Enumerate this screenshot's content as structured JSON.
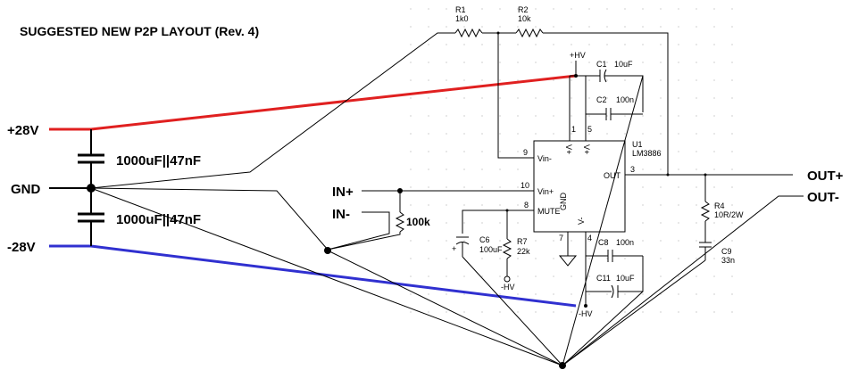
{
  "title": "SUGGESTED NEW P2P LAYOUT  (Rev. 4)",
  "rails": {
    "pos": "+28V",
    "gnd": "GND",
    "neg": "-28V"
  },
  "caps": {
    "upper": "1000uF||47nF",
    "lower": "1000uF||47nF"
  },
  "inputs": {
    "in_pos": "IN+",
    "in_neg": "IN-",
    "r_in": "100k"
  },
  "outputs": {
    "out_pos": "OUT+",
    "out_neg": "OUT-"
  },
  "components": {
    "r1_ref": "R1",
    "r1_val": "1k0",
    "r2_ref": "R2",
    "r2_val": "10k",
    "c1_ref": "C1",
    "c1_val": "10uF",
    "c2_ref": "C2",
    "c2_val": "100n",
    "c6_ref": "C6",
    "c6_val": "100uF",
    "r7_ref": "R7",
    "r7_val": "22k",
    "c8_ref": "C8",
    "c8_val": "100n",
    "c11_ref": "C11",
    "c11_val": "10uF",
    "r4_ref": "R4",
    "r4_val": "10R/2W",
    "c9_ref": "C9",
    "c9_val": "33n"
  },
  "ic": {
    "ref": "U1",
    "part": "LM3886",
    "pin_vinm": "Vin-",
    "pin_vinp": "Vin+",
    "pin_mute": "MUTE",
    "pin_out": "OUT",
    "pin_vp1": "V+",
    "pin_vp2": "V+",
    "pin_gnd": "GND",
    "pin_vm": "V-",
    "n9": "9",
    "n10": "10",
    "n8": "8",
    "n3": "3",
    "n1": "1",
    "n5": "5",
    "n7": "7",
    "n4": "4"
  },
  "supply_labels": {
    "hv_top": "+HV",
    "hv_r7": "-HV",
    "hv_bot": "-HV"
  },
  "colors": {
    "pos_rail": "#e02020",
    "neg_rail": "#3030d0",
    "wire": "#000000",
    "grid": "#b0b0b0"
  }
}
